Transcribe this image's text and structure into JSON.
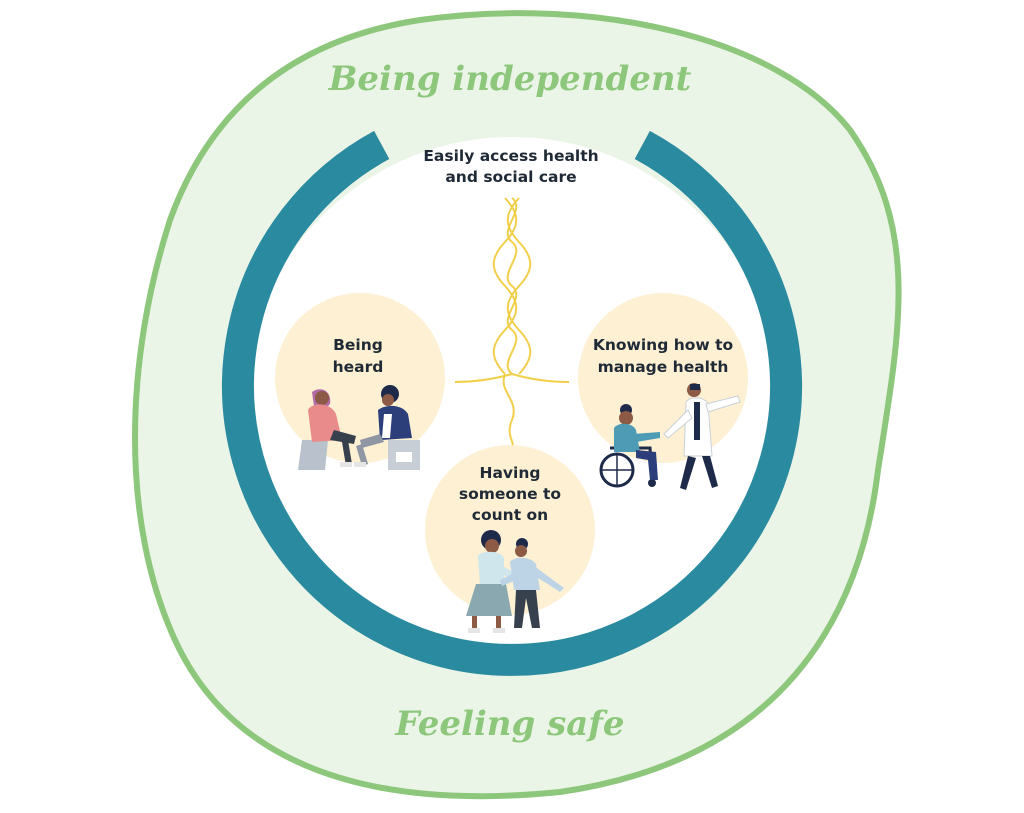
{
  "colors": {
    "outer_ring": "#8dc77b",
    "outer_fill": "#ebf5e7",
    "teal_ring": "#2a8a9f",
    "node_fill": "#fdf0d3",
    "strands": "#f1cf4a",
    "text_dark": "#1f2a36"
  },
  "outer_labels": {
    "top": "Being independent",
    "bottom": "Feeling safe"
  },
  "top_text": {
    "line1": "Easily access health",
    "line2": "and social care"
  },
  "nodes": [
    {
      "name": "being-heard",
      "lines": [
        "Being",
        "heard"
      ],
      "illustration": "two-people-talking-icon"
    },
    {
      "name": "knowing-how-to-manage-health",
      "lines": [
        "Knowing how to",
        "manage health"
      ],
      "illustration": "wheelchair-user-with-clinician-icon"
    },
    {
      "name": "having-someone-to-count-on",
      "lines": [
        "Having",
        "someone to",
        "count on"
      ],
      "illustration": "two-people-holding-hands-icon"
    }
  ]
}
